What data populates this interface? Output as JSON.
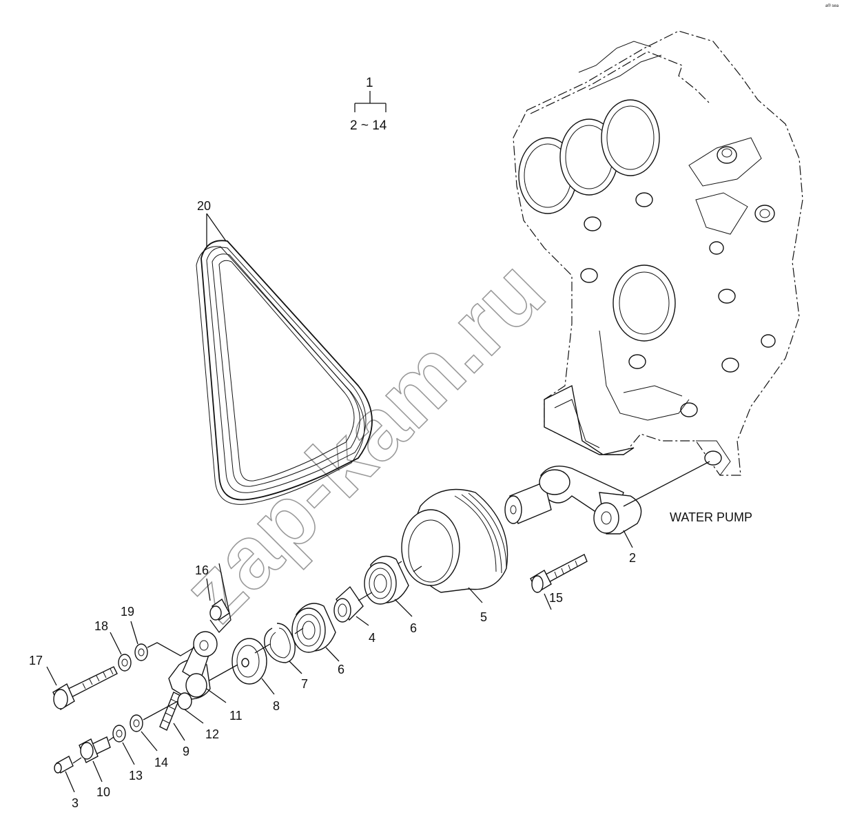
{
  "assembly": {
    "parent": "1",
    "children": "2 ~ 14"
  },
  "labels": {
    "p2": "2",
    "p3": "3",
    "p4": "4",
    "p5": "5",
    "p6a": "6",
    "p6b": "6",
    "p7": "7",
    "p8": "8",
    "p9": "9",
    "p10": "10",
    "p11": "11",
    "p12": "12",
    "p13": "13",
    "p14": "14",
    "p15": "15",
    "p16": "16",
    "p17": "17",
    "p18": "18",
    "p19": "19",
    "p20": "20"
  },
  "callout": {
    "water_pump": "WATER PUMP"
  },
  "watermark": "zap-kam.ru",
  "corner_mark": "a® sea"
}
